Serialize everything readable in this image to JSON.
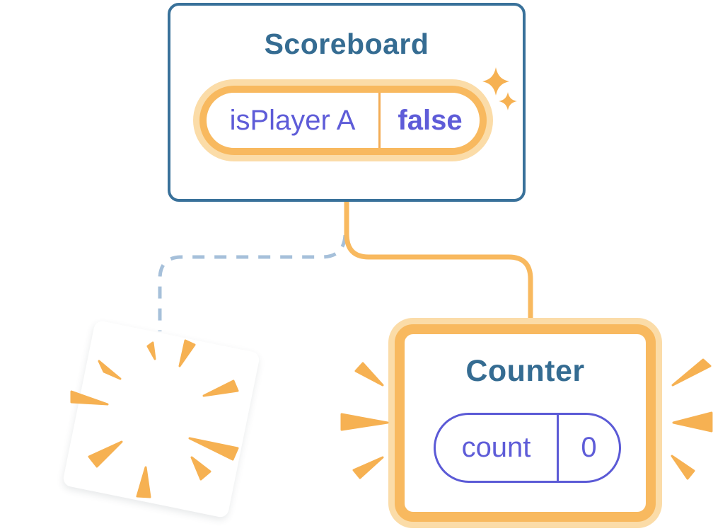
{
  "illustration": {
    "scoreboard": {
      "title": "Scoreboard",
      "state_pill": {
        "key": "isPlayer A",
        "value": "false"
      }
    },
    "counter": {
      "title": "Counter",
      "state_pill": {
        "key": "count",
        "value": "0"
      }
    },
    "destroyed_component": {
      "description": "tilted blank card with poof rays"
    },
    "connectors": {
      "active_branch": "solid orange line from Scoreboard to Counter",
      "removed_branch": "dashed blue line from Scoreboard to destroyed card"
    },
    "icons": {
      "sparkle": "4-point star",
      "burst": "radiating wedge rays",
      "poof": "starburst wedge rays"
    },
    "colors": {
      "component_border_blue": "#39719A",
      "component_title_blue": "#356C92",
      "state_purple": "#5E5CD8",
      "state_pill_border_purple": "#5B5AD6",
      "highlight_orange": "#F8B95F",
      "highlight_glow_orange": "#FBDCA8",
      "decoration_orange": "#F6B152",
      "dashed_line_blue": "#A6C0DA",
      "card_white": "#FFFFFF"
    }
  }
}
